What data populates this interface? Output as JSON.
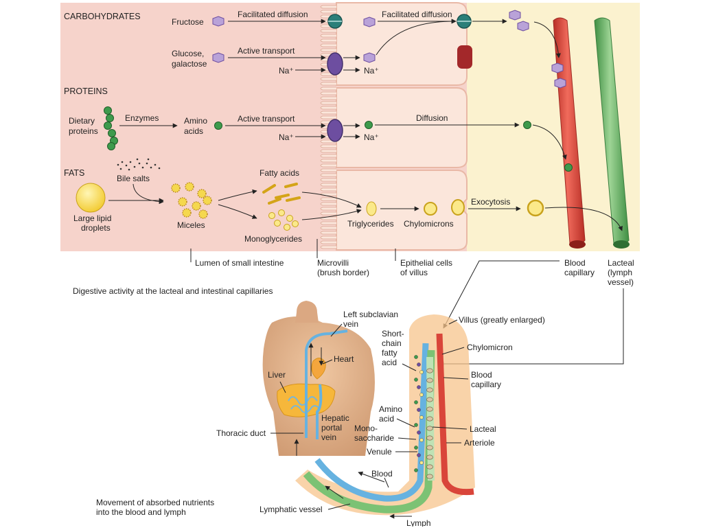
{
  "top": {
    "sections": {
      "carbohydrates": "CARBOHYDRATES",
      "proteins": "PROTEINS",
      "fats": "FATS"
    },
    "carb": {
      "fructose": "Fructose",
      "glucose_line1": "Glucose,",
      "glucose_line2": "galactose",
      "facilitated_diffusion": "Facilitated diffusion",
      "facilitated_diffusion_2": "Facilitated diffusion",
      "active_transport": "Active transport",
      "na_plus_left": "Na⁺",
      "na_plus_right": "Na⁺"
    },
    "prot": {
      "dietary_line1": "Dietary",
      "dietary_line2": "proteins",
      "enzymes": "Enzymes",
      "amino_line1": "Amino",
      "amino_line2": "acids",
      "active_transport": "Active transport",
      "diffusion": "Diffusion",
      "na_plus_left": "Na⁺",
      "na_plus_right": "Na⁺"
    },
    "fats": {
      "bile_salts": "Bile salts",
      "large_line1": "Large lipid",
      "large_line2": "droplets",
      "miceles": "Miceles",
      "fatty_acids": "Fatty acids",
      "monoglycerides": "Monoglycerides",
      "triglycerides": "Triglycerides",
      "chylomicrons": "Chylomicrons",
      "exocytosis": "Exocytosis"
    },
    "bottom_labels": {
      "lumen": "Lumen of small intestine",
      "microvilli_line1": "Microvilli",
      "microvilli_line2": "(brush border)",
      "epithelial_line1": "Epithelial cells",
      "epithelial_line2": "of villus",
      "blood_line1": "Blood",
      "blood_line2": "capillary",
      "lacteal_line1": "Lacteal",
      "lacteal_line2": "(lymph",
      "lacteal_line3": "vessel)"
    },
    "caption": "Digestive activity at the lacteal and intestinal capillaries"
  },
  "bottom": {
    "left_subclavian_line1": "Left subclavian",
    "left_subclavian_line2": "vein",
    "heart": "Heart",
    "liver": "Liver",
    "hepatic_line1": "Hepatic",
    "hepatic_line2": "portal",
    "hepatic_line3": "vein",
    "thoracic_duct": "Thoracic duct",
    "villus": "Villus (greatly enlarged)",
    "short_line1": "Short-",
    "short_line2": "chain",
    "short_line3": "fatty",
    "short_line4": "acid",
    "chylomicron": "Chylomicron",
    "blood_cap_line1": "Blood",
    "blood_cap_line2": "capillary",
    "amino_line1": "Amino",
    "amino_line2": "acid",
    "mono_line1": "Mono-",
    "mono_line2": "saccharide",
    "lacteal": "Lacteal",
    "arteriole": "Arteriole",
    "venule": "Venule",
    "blood": "Blood",
    "lymphatic_vessel": "Lymphatic vessel",
    "lymph": "Lymph",
    "caption_line1": "Movement of absorbed nutrients",
    "caption_line2": "into the blood and lymph"
  },
  "colors": {
    "lumen_bg": "#f7d6cf",
    "cell_bg": "#fbe7dd",
    "interstitial_bg": "#fbf3d2",
    "blood_red": "#d9453a",
    "lymph_green": "#6fb56a",
    "carrier_purple": "#6d4ea0",
    "channel_teal": "#2b7f79",
    "fructose_purple": "#b9a2d8",
    "amino_green": "#3e9a4c",
    "lipid_yellow": "#f5d84e"
  }
}
